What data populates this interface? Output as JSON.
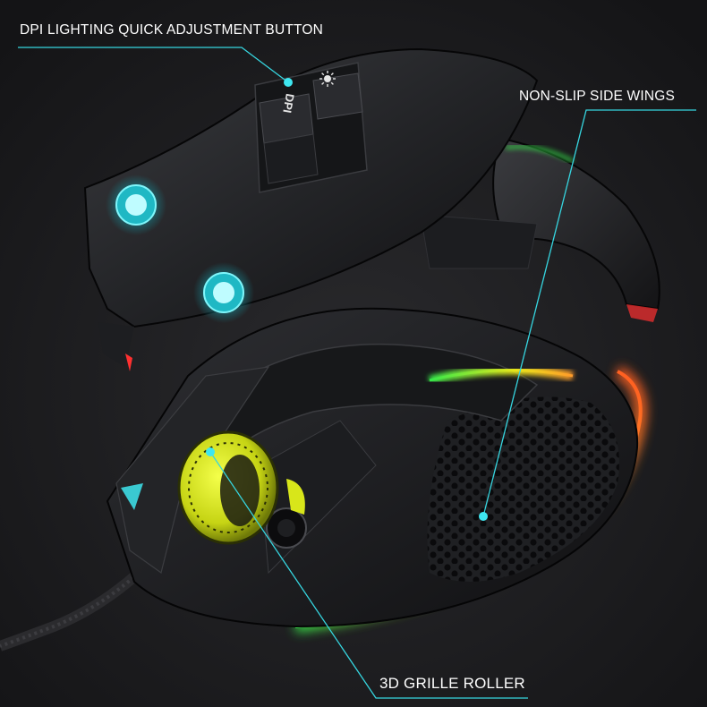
{
  "callouts": {
    "dpi_button": "DPI LIGHTING QUICK ADJUSTMENT BUTTON",
    "side_wings": "NON-SLIP SIDE WINGS",
    "roller": "3D GRILLE ROLLER"
  },
  "button_text": {
    "dpi": "DPI"
  },
  "icons": [
    "sun-icon"
  ],
  "colors": {
    "background": "#1a1a1c",
    "callout_line": "#36d6e0",
    "callout_dot": "#3ee6f0",
    "shell": "#2a2b2e",
    "glow_orange": "#ff9a2a",
    "glow_yellow": "#d8e61a",
    "glow_green": "#35e84a",
    "glow_red": "#ff3030"
  }
}
